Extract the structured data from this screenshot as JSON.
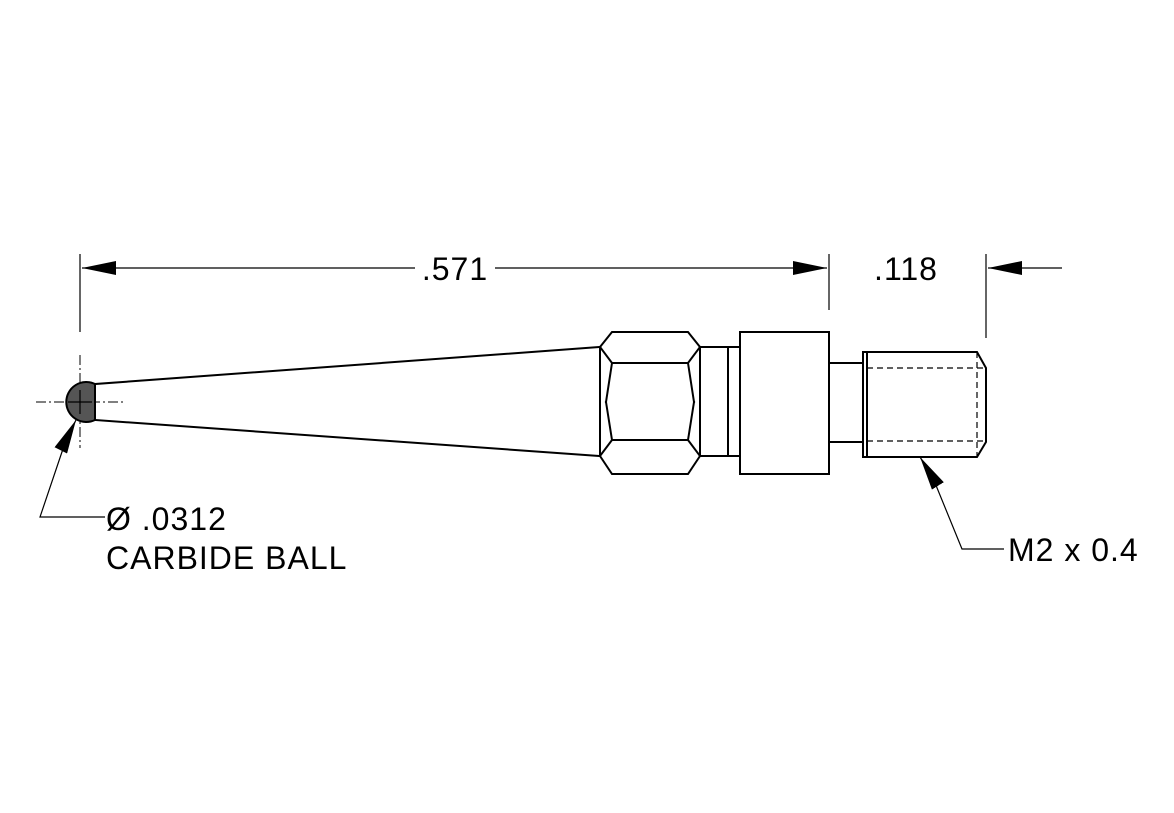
{
  "dimensions": {
    "length": ".571",
    "thread_length": ".118"
  },
  "callouts": {
    "ball_diameter": "Ø .0312",
    "ball_material": "CARBIDE BALL",
    "thread_spec": "M2 x 0.4"
  },
  "colors": {
    "line": "#000000",
    "ball_fill": "#555555",
    "background": "#ffffff"
  }
}
